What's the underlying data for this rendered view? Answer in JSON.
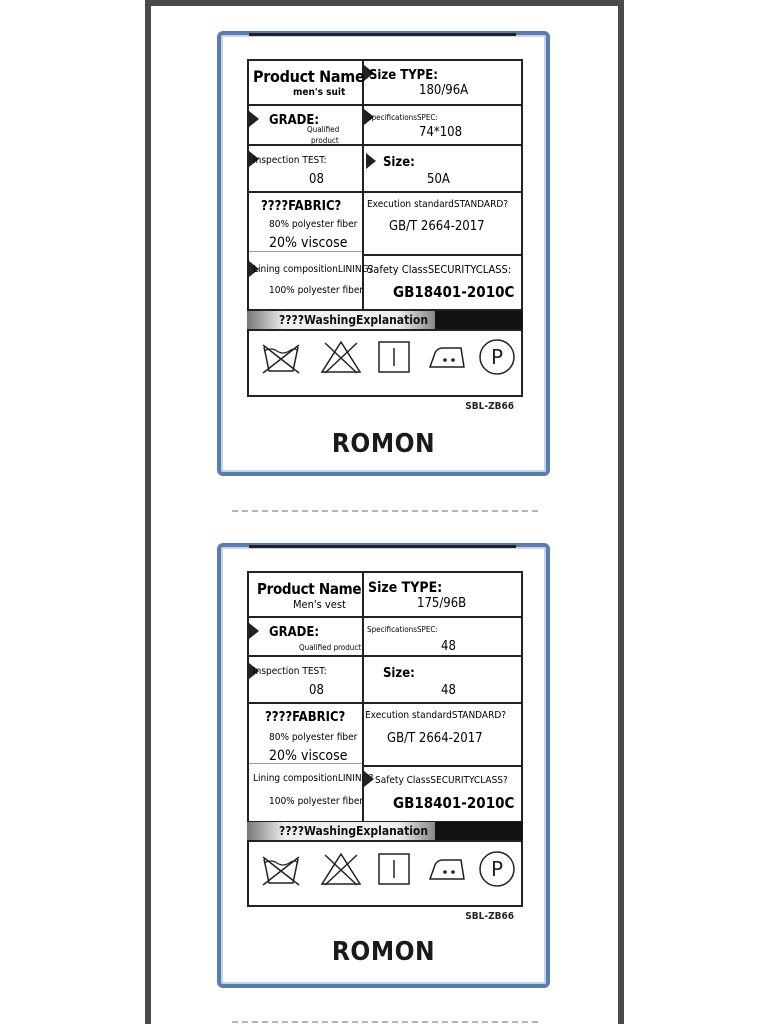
{
  "labels": [
    {
      "product_name_label": "Product Name",
      "product_name_value": "men's suit",
      "size_type_label": "Size TYPE:",
      "size_type_value": "180/96A",
      "grade_label": "GRADE:",
      "grade_value_line1": "Qualified",
      "grade_value_line2": "product",
      "spec_label": "SpecificationsSPEC:",
      "spec_value": "74*108",
      "inspection_label": "Inspection TEST:",
      "inspection_value": "08",
      "size_label": "Size:",
      "size_value": "50A",
      "fabric_label": "????FABRIC?",
      "fabric_line1": "80% polyester fiber",
      "fabric_line2": "20% viscose",
      "execution_label": "Execution standardSTANDARD?",
      "execution_value": "GB/T 2664-2017",
      "lining_label": "Lining compositionLINING?",
      "lining_value": "100% polyester fiber",
      "safety_label": "Safety ClassSECURITYCLASS:",
      "safety_value": "GB18401-2010C",
      "washing_label": "????WashingExplanation",
      "code": "SBL-ZB66",
      "brand": "ROMON"
    },
    {
      "product_name_label": "Product Name",
      "product_name_value": "Men's vest",
      "size_type_label": "Size TYPE:",
      "size_type_value": "175/96B",
      "grade_label": "GRADE:",
      "grade_value_line1": "Qualified product",
      "grade_value_line2": "",
      "spec_label": "SpecificationsSPEC:",
      "spec_value": "48",
      "inspection_label": "Inspection TEST:",
      "inspection_value": "08",
      "size_label": "Size:",
      "size_value": "48",
      "fabric_label": "????FABRIC?",
      "fabric_line1": "80% polyester fiber",
      "fabric_line2": "20% viscose",
      "execution_label": "Execution standardSTANDARD?",
      "execution_value": "GB/T 2664-2017",
      "lining_label": "Lining compositionLINING?",
      "lining_value": "100% polyester fiber",
      "safety_label": "Safety ClassSECURITYCLASS?",
      "safety_value": "GB18401-2010C",
      "washing_label": "????WashingExplanation",
      "code": "SBL-ZB66",
      "brand": "ROMON"
    }
  ],
  "care_icons": [
    "no-wash-icon",
    "no-bleach-icon",
    "tumble-dry-line-icon",
    "iron-medium-icon",
    "dry-clean-p-icon"
  ],
  "colors": {
    "card_border": "#5a7cb3",
    "frame": "#4a4a4a",
    "ink": "#1a1a1a"
  }
}
